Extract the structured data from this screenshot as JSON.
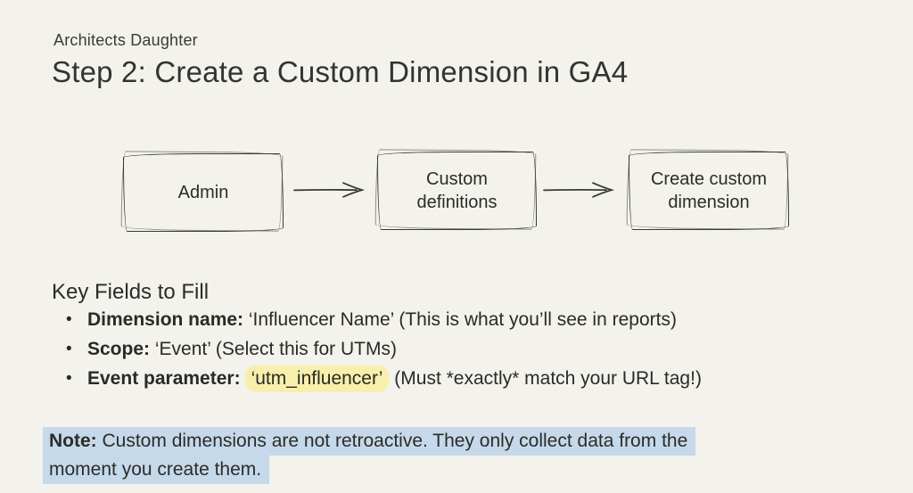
{
  "colors": {
    "background": "#f3f2ec",
    "text": "#2c2c28",
    "sketch_line": "#3b3b36",
    "yellow_highlight": "#f7efab",
    "blue_highlight": "#c5d9ea"
  },
  "header": {
    "kicker": "Architects Daughter",
    "title": "Step 2: Create a Custom Dimension in GA4"
  },
  "flowchart": {
    "boxes": [
      {
        "label": "Admin"
      },
      {
        "label": "Custom definitions"
      },
      {
        "label": "Create custom dimension"
      }
    ]
  },
  "key_fields": {
    "heading": "Key Fields to Fill",
    "bullets": [
      {
        "bold": "Dimension name:",
        "rest": " ‘Influencer Name’ (This is what you’ll see in reports)"
      },
      {
        "bold": "Scope:",
        "rest": " ‘Event’ (Select this for UTMs)"
      },
      {
        "bold": "Event parameter:",
        "highlight": "‘utm_influencer’",
        "rest": " (Must *exactly* match your URL tag!)"
      }
    ]
  },
  "note": {
    "bold": "Note:",
    "line1_rest": " Custom dimensions are not retroactive. They only collect data from the",
    "line2": "moment you create them."
  }
}
